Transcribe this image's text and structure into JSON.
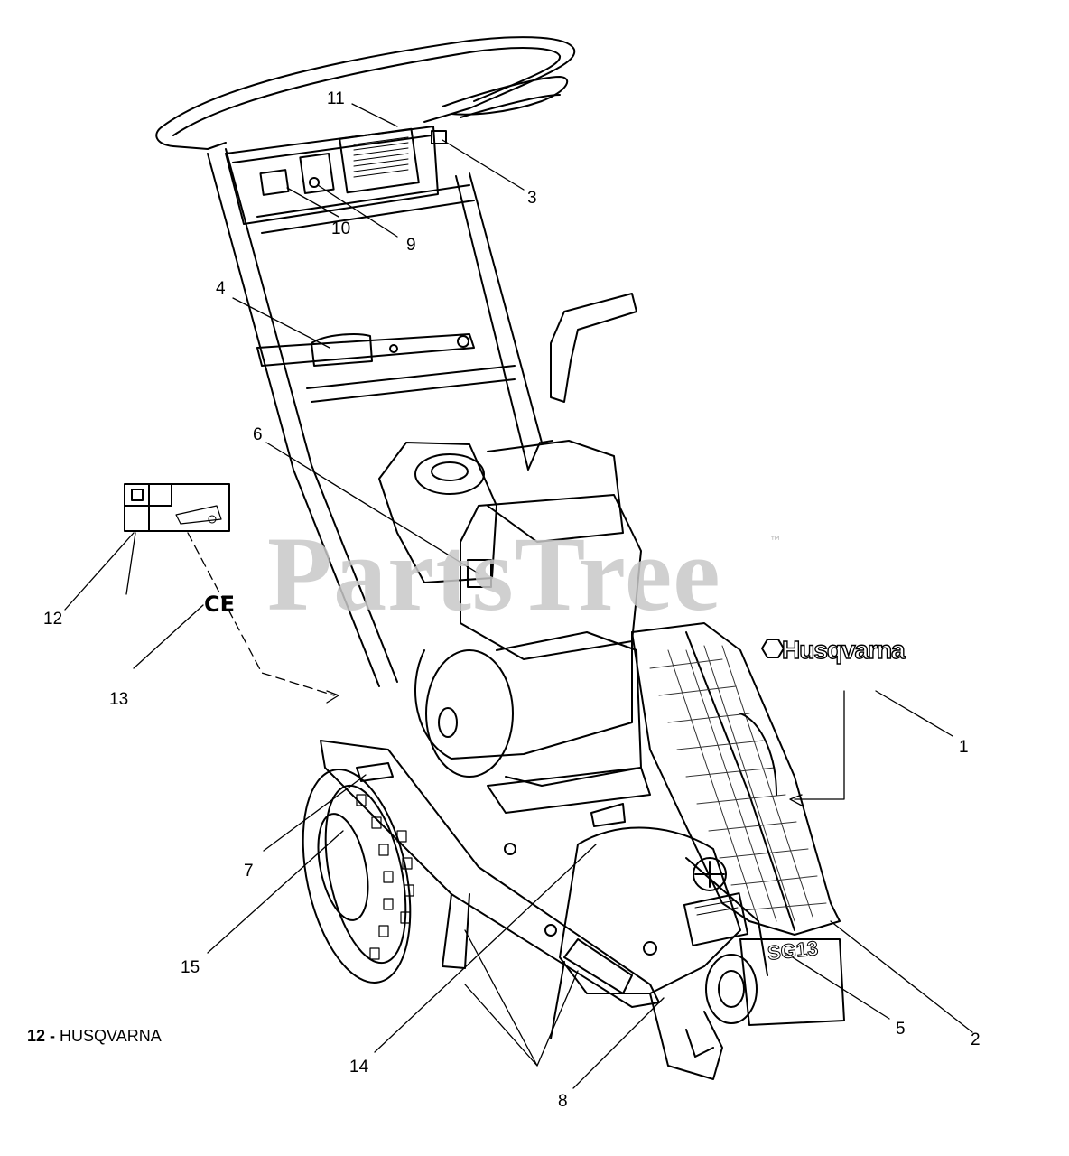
{
  "diagram": {
    "watermark": "PartsTree",
    "trademark": "™",
    "caption_number": "12 -",
    "caption_text": "HUSQVARNA",
    "brand_decal": "Husqvarna",
    "ce_mark": "CE",
    "model_decal": "SG13",
    "callouts": [
      "1",
      "2",
      "3",
      "4",
      "5",
      "6",
      "7",
      "8",
      "9",
      "10",
      "11",
      "12",
      "13",
      "14",
      "15"
    ]
  },
  "colors": {
    "line": "#000000",
    "watermark": "#c8c8c8",
    "background": "#ffffff"
  }
}
